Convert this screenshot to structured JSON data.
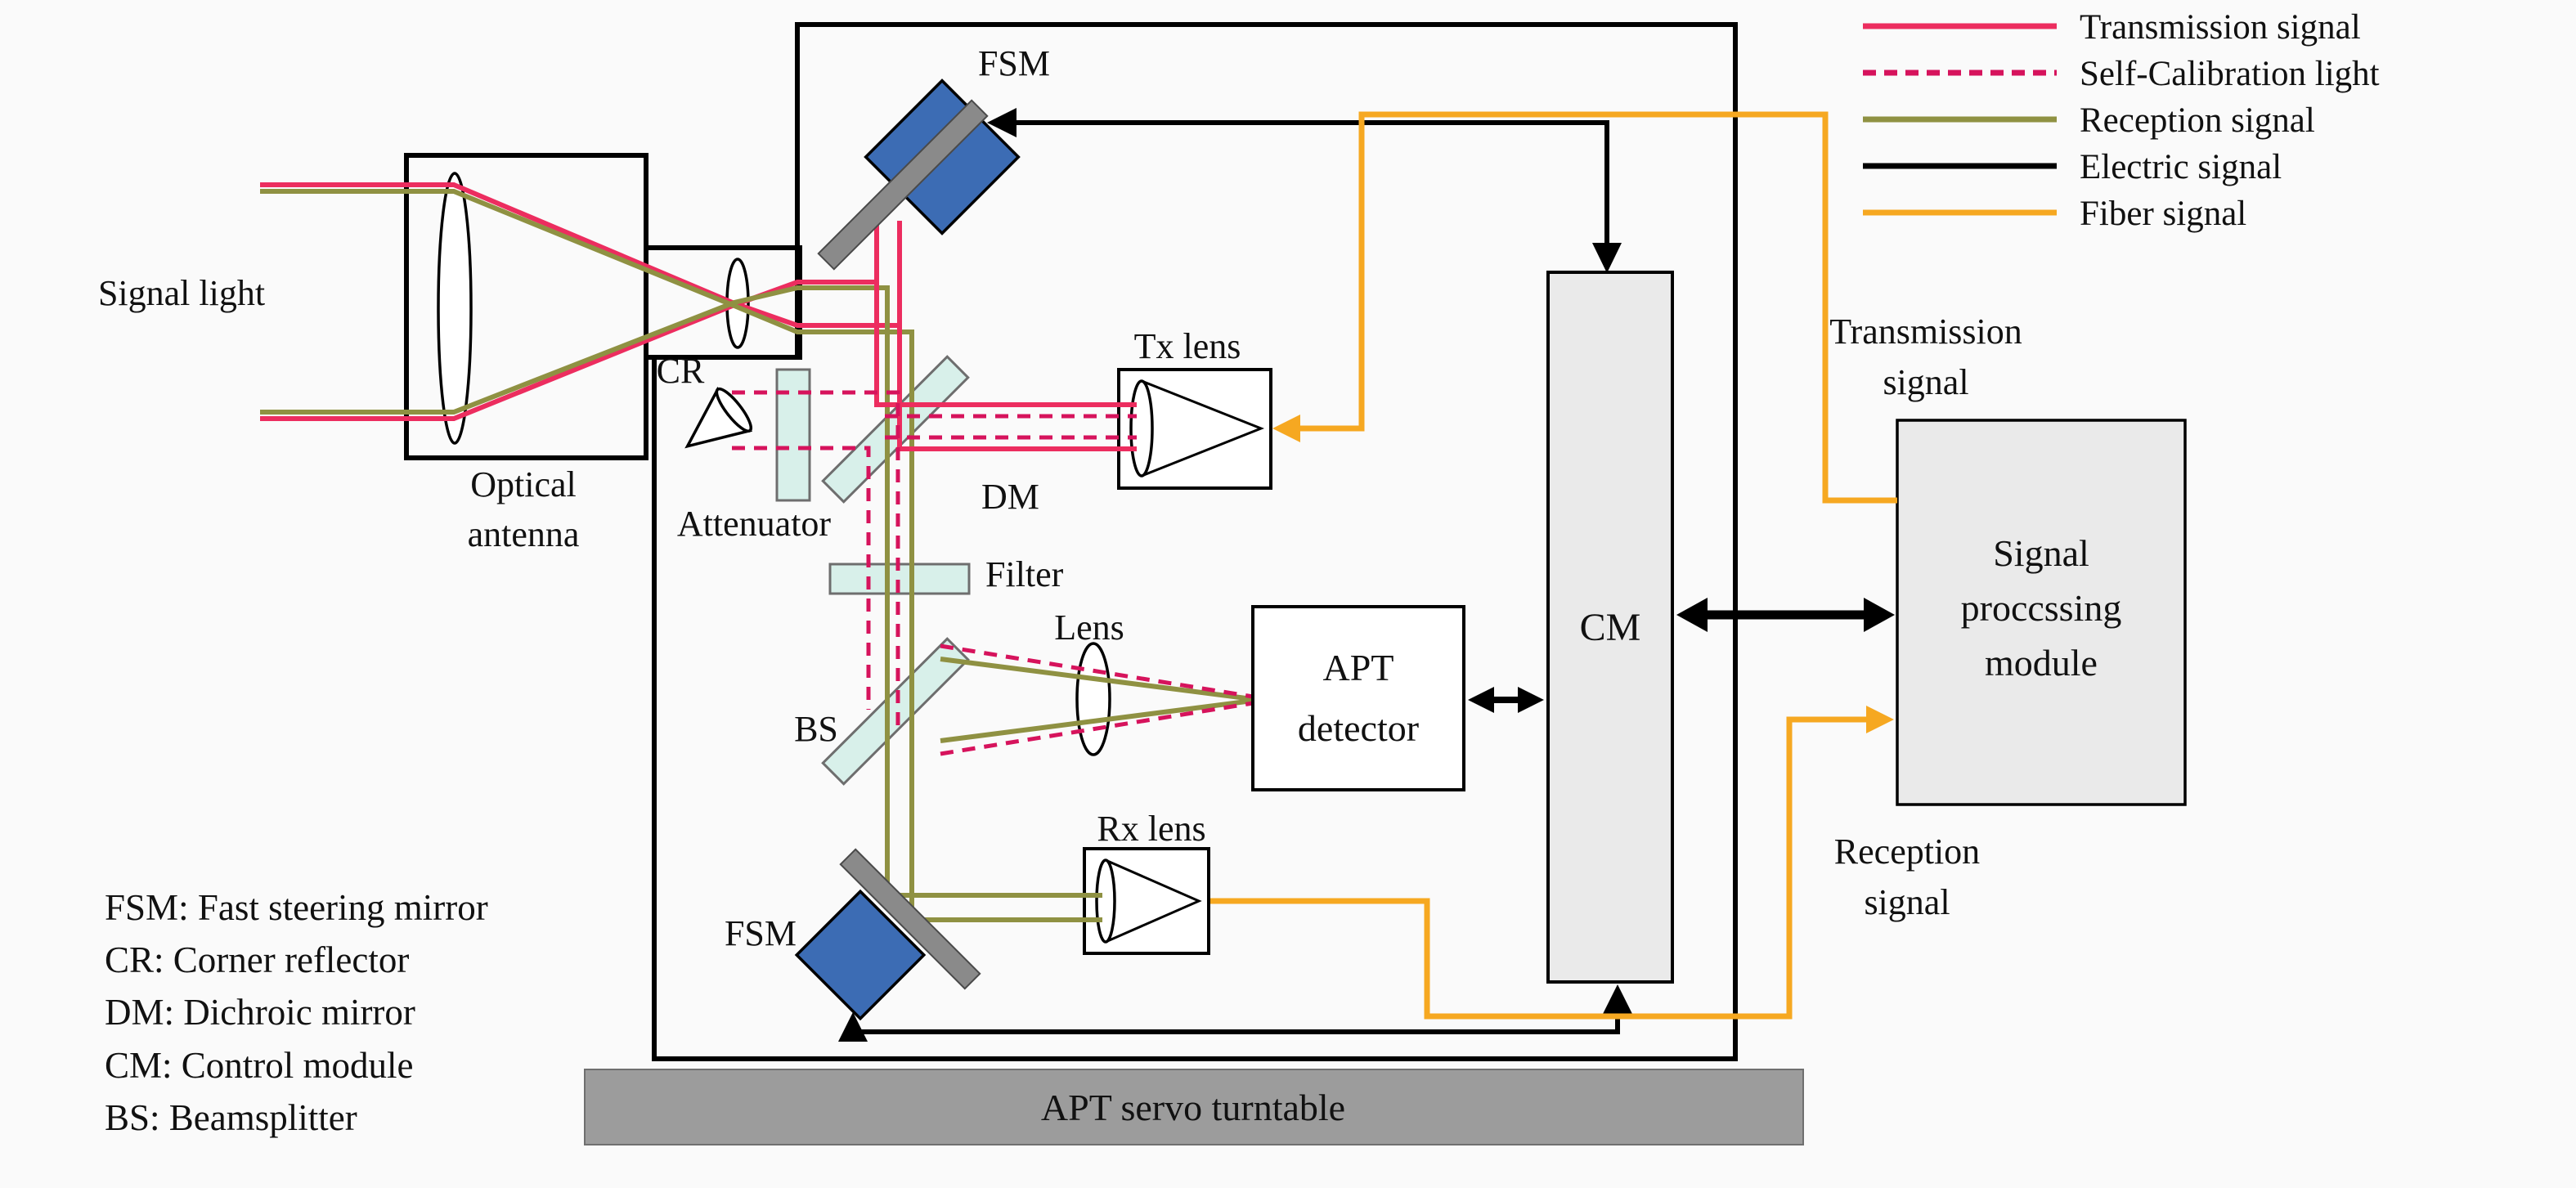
{
  "colors": {
    "transmission": "#ec2d5f",
    "selfcal": "#d6135c",
    "reception": "#8f9142",
    "electric": "#000000",
    "fiber": "#f6a821",
    "fsm-blue": "#3c6cb4",
    "mirror-gray": "#8a8a8a",
    "optic-fill": "#d8f0ea",
    "module-fill": "#eaeaea",
    "turntable-fill": "#9c9c9c"
  },
  "legend": {
    "items": [
      {
        "label": "Transmission signal",
        "color": "#ec2d5f",
        "style": "solid"
      },
      {
        "label": "Self-Calibration light",
        "color": "#d6135c",
        "style": "dashed"
      },
      {
        "label": "Reception signal",
        "color": "#8f9142",
        "style": "solid"
      },
      {
        "label": "Electric signal",
        "color": "#000000",
        "style": "solid"
      },
      {
        "label": "Fiber signal",
        "color": "#f6a821",
        "style": "solid"
      }
    ]
  },
  "labels": {
    "signal_light": "Signal light",
    "optical_antenna_1": "Optical",
    "optical_antenna_2": "antenna",
    "fsm_top": "FSM",
    "cr": "CR",
    "attenuator": "Attenuator",
    "dm": "DM",
    "tx_lens": "Tx lens",
    "filter": "Filter",
    "lens": "Lens",
    "bs": "BS",
    "apt_detector_1": "APT",
    "apt_detector_2": "detector",
    "cm": "CM",
    "rx_lens": "Rx lens",
    "fsm_bottom": "FSM",
    "transmission_signal_1": "Transmission",
    "transmission_signal_2": "signal",
    "reception_signal_1": "Reception",
    "reception_signal_2": "signal",
    "spm_1": "Signal",
    "spm_2": "proccssing",
    "spm_3": "module",
    "turntable": "APT servo turntable"
  },
  "abbreviations": [
    "FSM: Fast steering mirror",
    "CR: Corner reflector",
    "DM: Dichroic mirror",
    "CM: Control module",
    "BS: Beamsplitter"
  ]
}
